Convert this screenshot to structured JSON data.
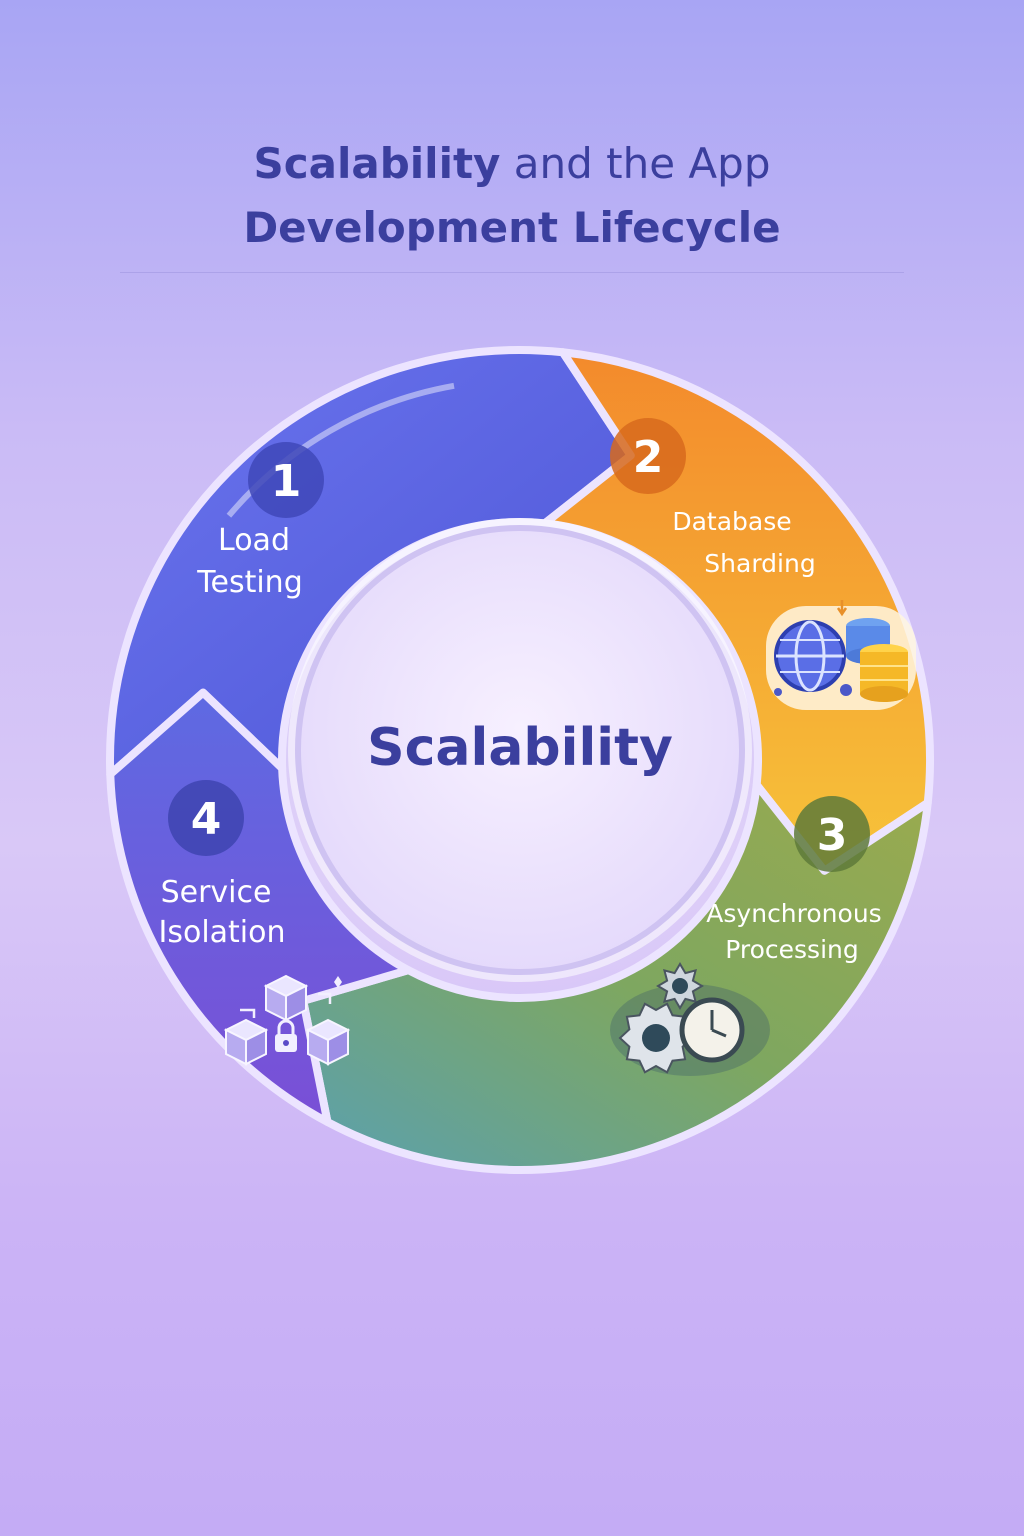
{
  "title": {
    "line1_strong": "Scalability",
    "line1_rest": " and the App",
    "line2": "Development Lifecycle"
  },
  "center": {
    "label": "Scalability"
  },
  "stages": [
    {
      "number": "1",
      "line1": "Load",
      "line2": "Testing",
      "icon": "chart-icon"
    },
    {
      "number": "2",
      "line1": "Database",
      "line2": "Sharding",
      "icon": "database-globe-icon"
    },
    {
      "number": "3",
      "line1": "Asynchronous",
      "line2": "Processing",
      "icon": "gears-clock-icon"
    },
    {
      "number": "4",
      "line1": "Service",
      "line2": "Isolation",
      "icon": "containers-lock-icon"
    }
  ],
  "colors": {
    "title": "#3b3f9e",
    "stage1": "#5a63e0",
    "stage2": "#f59a2f",
    "stage3": "#7fa85a",
    "stage4": "#6a5ad8"
  }
}
